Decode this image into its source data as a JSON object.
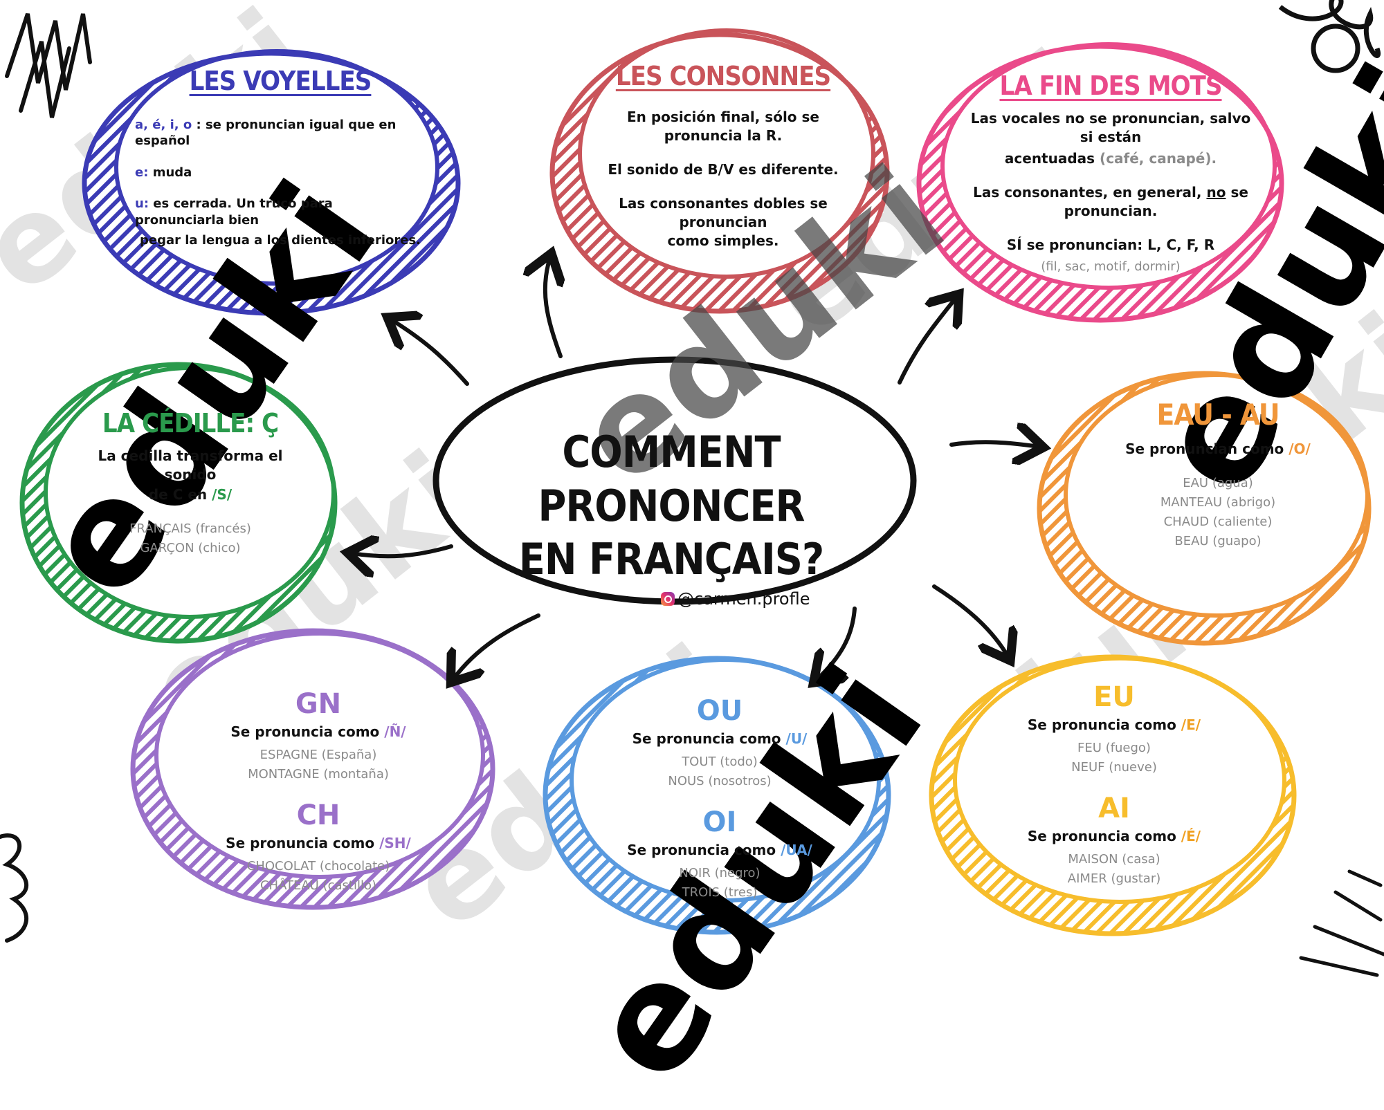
{
  "colors": {
    "voyelles": "#3b3bb5",
    "consonnes": "#c9545a",
    "fin": "#ea4a8a",
    "cedille": "#2a9a4c",
    "eau": "#f0963a",
    "gn": "#9a70c9",
    "ou": "#5a9adf",
    "eu": "#f7bd2c",
    "center": "#111111"
  },
  "center": {
    "title_line1": "COMMENT PRONONCER",
    "title_line2": "EN FRANÇAIS?",
    "handle": "@carmen.profle"
  },
  "voyelles": {
    "title": "LES VOYELLES",
    "l1_key": "a, é, i, o",
    "l1_text": ": se pronuncian igual que en español",
    "l2_key": "e:",
    "l2_text": "muda",
    "l3_key": "u:",
    "l3_text": "es cerrada. Un truco para pronunciarla bien",
    "l4_text": "pegar la lengua a los dientes inferiores."
  },
  "consonnes": {
    "title": "LES CONSONNES",
    "p1": "En posición final, sólo se pronuncia la R.",
    "p2": "El sonido de B/V es diferente.",
    "p3a": "Las consonantes dobles se pronuncian",
    "p3b": "como simples."
  },
  "fin": {
    "title": "LA FIN DES MOTS",
    "p1a": "Las vocales no se pronuncian, salvo si están",
    "p1b": "acentuadas",
    "p1c": "(café, canapé).",
    "p2a": "Las consonantes, en general,",
    "p2b": "no",
    "p2c": "se pronuncian.",
    "p3": "SÍ se pronuncian: L, C, F, R",
    "p4": "(fil, sac, motif, dormir)"
  },
  "cedille": {
    "title": "LA CÉDILLE: Ç",
    "p1a": "La cedilla transforma el sonido",
    "p1b": "de C en",
    "p1c": "/S/",
    "ex1": "FRANÇAIS (francés)",
    "ex2": "GARÇON (chico)"
  },
  "eau": {
    "title": "EAU - AU",
    "p1a": "Se pronuncian como",
    "p1b": "/O/",
    "ex1": "EAU (agua)",
    "ex2": "MANTEAU (abrigo)",
    "ex3": "CHAUD (caliente)",
    "ex4": "BEAU (guapo)"
  },
  "gn": {
    "t1": "GN",
    "p1a": "Se pronuncia como",
    "p1b": "/Ñ/",
    "ex1": "ESPAGNE (España)",
    "ex2": "MONTAGNE (montaña)",
    "t2": "CH",
    "p2a": "Se pronuncia como",
    "p2b": "/SH/",
    "ex3": "CHOCOLAT (chocolate)",
    "ex4": "CHÂTEAU (castillo)"
  },
  "ou": {
    "t1": "OU",
    "p1a": "Se pronuncia como",
    "p1b": "/U/",
    "ex1": "TOUT (todo)",
    "ex2": "NOUS (nosotros)",
    "t2": "OI",
    "p2a": "Se pronuncia como",
    "p2b": "/UA/",
    "ex3": "NOIR (negro)",
    "ex4": "TROIS (tres)"
  },
  "eu": {
    "t1": "EU",
    "p1a": "Se pronuncia como",
    "p1b": "/E/",
    "ex1": "FEU (fuego)",
    "ex2": "NEUF (nueve)",
    "t2": "AI",
    "p2a": "Se pronuncia como",
    "p2b": "/É/",
    "ex3": "MAISON (casa)",
    "ex4": "AIMER (gustar)"
  },
  "watermark": "eduki"
}
